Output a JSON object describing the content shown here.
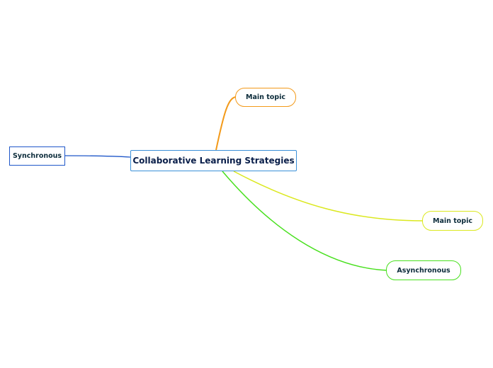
{
  "central_topic": {
    "label": "Collaborative Learning Strategies",
    "color": "#3a8fd8"
  },
  "subtopics": [
    {
      "id": "orange",
      "label": "Main topic",
      "color": "#f39a1a"
    },
    {
      "id": "synchronous",
      "label": "Synchronous",
      "color": "#1f57c9"
    },
    {
      "id": "yellow",
      "label": "Main topic",
      "color": "#dbe81e"
    },
    {
      "id": "asynchronous",
      "label": "Asynchronous",
      "color": "#48e01e"
    }
  ]
}
